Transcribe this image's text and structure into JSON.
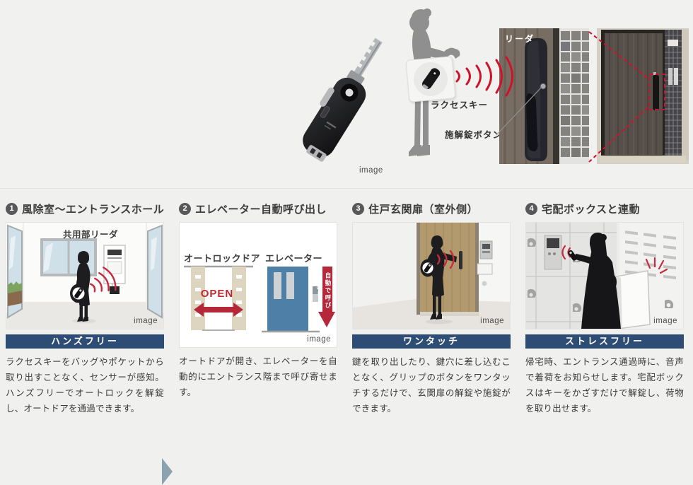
{
  "colors": {
    "accent_navy": "#2d4d74",
    "signal_red": "#cf1229"
  },
  "top": {
    "image_label": "image",
    "key_label": "ラクセスキー",
    "button_label": "施解錠ボタン",
    "reader_label": "リーダ"
  },
  "sections": [
    {
      "number": "1",
      "title": "風除室〜エントランスホール",
      "reader_label": "共用部リーダ",
      "badge": "ハンズフリー",
      "body": "ラクセスキーをバッグやポケットから取り出すことなく、センサーが感知。ハンズフリーでオートロックを解錠し、オートドアを通過できます。",
      "image_label": "image"
    },
    {
      "number": "2",
      "title": "エレベーター自動呼び出し",
      "autolock_label": "オートロックドア",
      "elevator_label": "エレベーター",
      "open_label": "OPEN",
      "call_label": "自動で呼び出し",
      "body": "オートドアが開き、エレベーターを自動的にエントランス階まで呼び寄せます。",
      "image_label": "image"
    },
    {
      "number": "3",
      "title": "住戸玄関扉（室外側）",
      "badge": "ワンタッチ",
      "body": "鍵を取り出したり、鍵穴に差し込むことなく、グリップのボタンをワンタッチするだけで、玄関扉の解錠や施錠ができます。",
      "image_label": "image"
    },
    {
      "number": "4",
      "title": "宅配ボックスと連動",
      "badge": "ストレスフリー",
      "body": "帰宅時、エントランス通過時に、音声で着荷をお知らせします。宅配ボックスはキーをかざすだけで解錠し、荷物を取り出せます。",
      "image_label": "image"
    }
  ]
}
